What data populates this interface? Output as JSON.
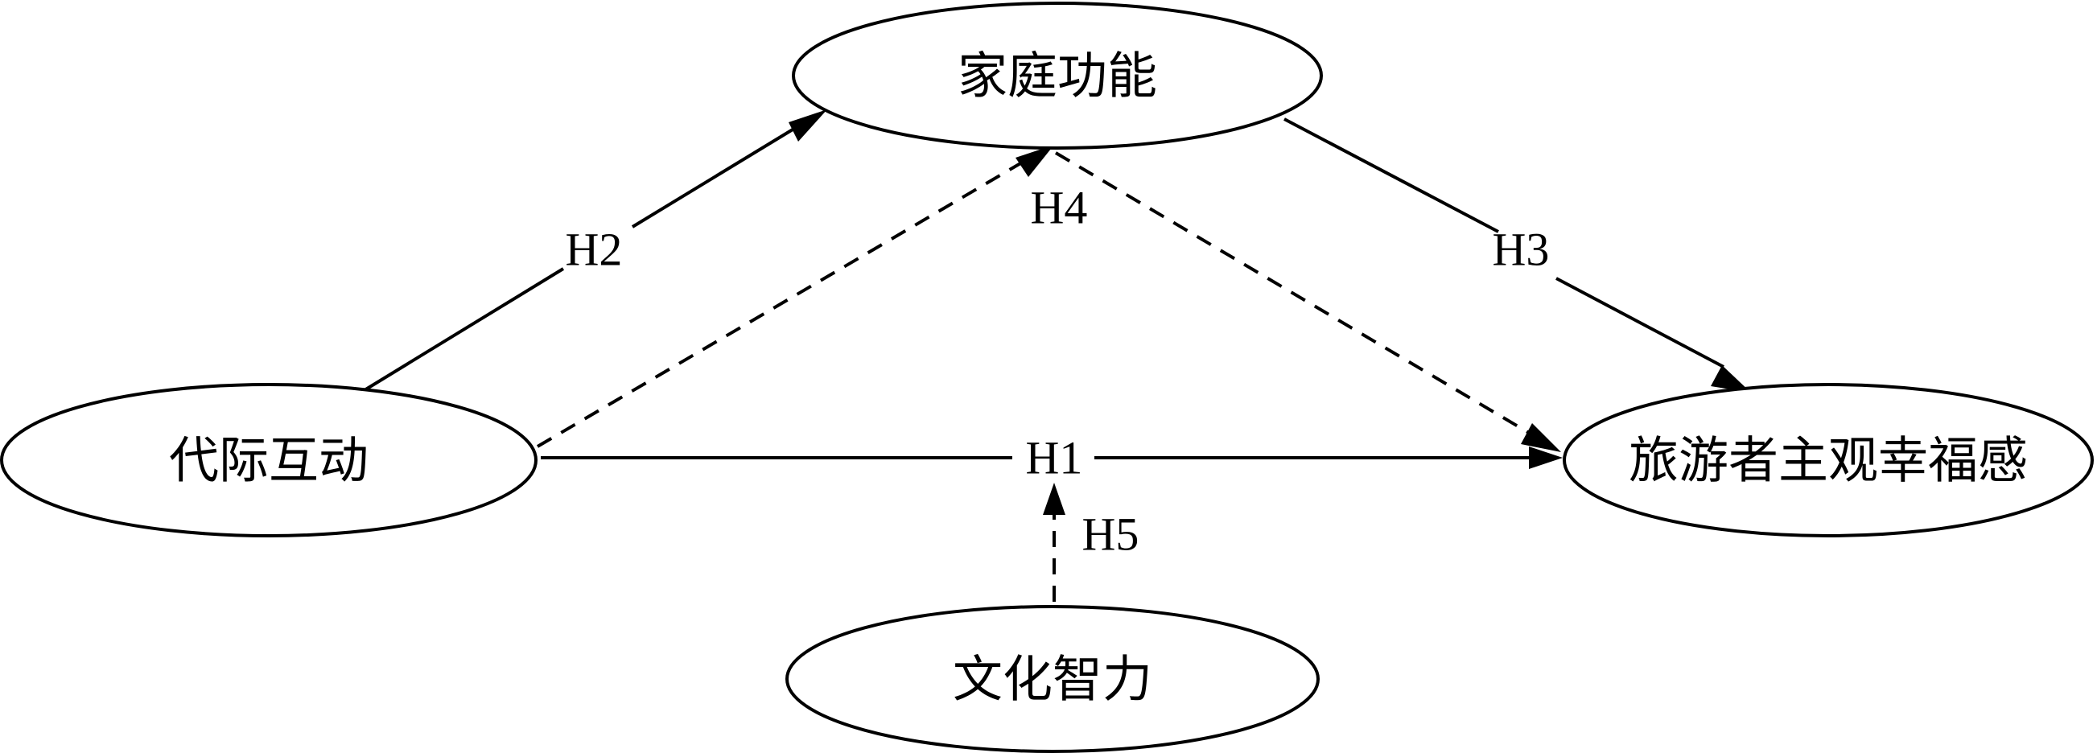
{
  "nodes": {
    "family_function": {
      "label": "家庭功能"
    },
    "intergenerational_interaction": {
      "label": "代际互动"
    },
    "tourist_wellbeing": {
      "label": "旅游者主观幸福感"
    },
    "cultural_intelligence": {
      "label": "文化智力"
    }
  },
  "edges": {
    "h1": {
      "label": "H1",
      "style": "solid"
    },
    "h2": {
      "label": "H2",
      "style": "solid"
    },
    "h3": {
      "label": "H3",
      "style": "solid"
    },
    "h4": {
      "label": "H4",
      "style": "dashed"
    },
    "h5": {
      "label": "H5",
      "style": "dashed"
    }
  },
  "colors": {
    "stroke": "#000000",
    "background": "#ffffff"
  }
}
